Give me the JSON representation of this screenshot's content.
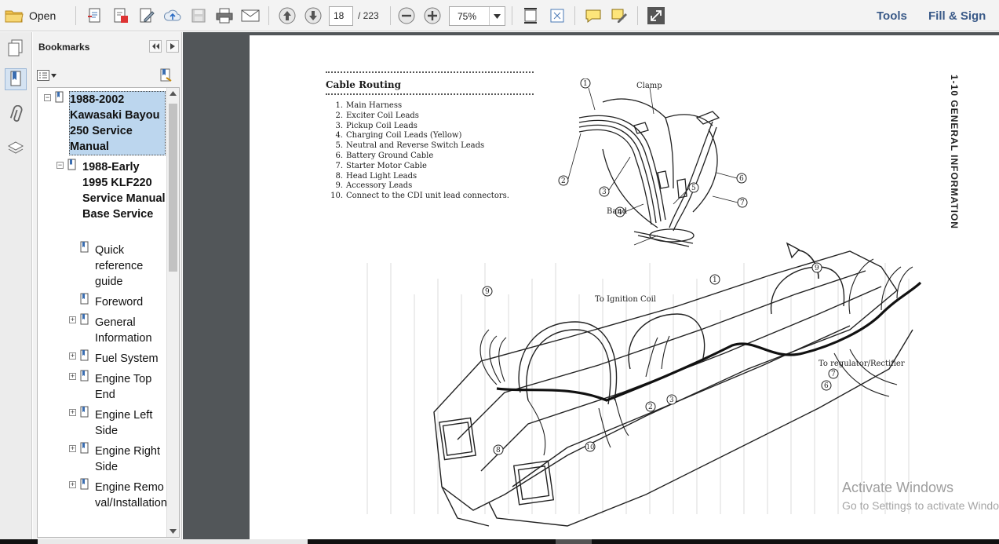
{
  "toolbar": {
    "open_label": "Open",
    "current_page": "18",
    "total_pages": "/ 223",
    "zoom": "75%",
    "tools_label": "Tools",
    "fill_sign_label": "Fill & Sign"
  },
  "bookmarks": {
    "title": "Bookmarks",
    "items": [
      {
        "label": "1988-2002 Kawasaki Bayou 250 Service Manual"
      },
      {
        "label": "1988-Early 1995  KLF220 Service Manual Base Service"
      },
      {
        "label": "Quick reference guide"
      },
      {
        "label": "Foreword"
      },
      {
        "label": "General Information"
      },
      {
        "label": "Fuel System"
      },
      {
        "label": "Engine Top End"
      },
      {
        "label": "Engine Left Side"
      },
      {
        "label": "Engine Right Side"
      },
      {
        "label": "Engine Removal/Installation"
      }
    ]
  },
  "document": {
    "section_title": "Cable Routing",
    "side_title": "1-10  GENERAL  INFORMATION",
    "list": [
      {
        "n": "1.",
        "text": "Main Harness"
      },
      {
        "n": "2.",
        "text": "Exciter Coil Leads"
      },
      {
        "n": "3.",
        "text": "Pickup Coil Leads"
      },
      {
        "n": "4.",
        "text": "Charging Coil Leads (Yellow)"
      },
      {
        "n": "5.",
        "text": "Neutral and Reverse Switch Leads"
      },
      {
        "n": "6.",
        "text": "Battery Ground Cable"
      },
      {
        "n": "7.",
        "text": "Starter Motor Cable"
      },
      {
        "n": "8.",
        "text": "Head Light Leads"
      },
      {
        "n": "9.",
        "text": "Accessory Leads"
      },
      {
        "n": "10.",
        "text": "Connect to the CDI unit lead connectors."
      }
    ],
    "labels": {
      "clamp": "Clamp",
      "band": "Band",
      "ignition": "To Ignition Coil",
      "regulator": "To regulator/Rectifier"
    }
  },
  "watermark": {
    "line1": "Activate Windows",
    "line2": "Go to Settings to activate Windows."
  }
}
